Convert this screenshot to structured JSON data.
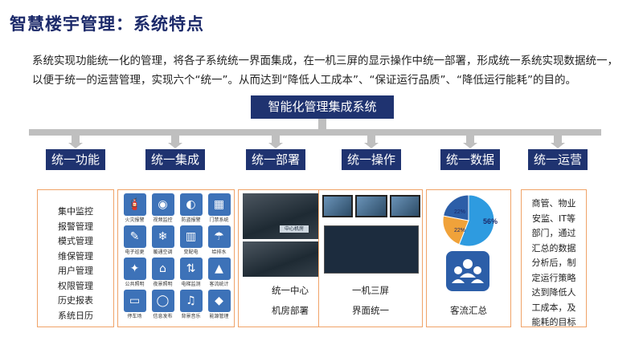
{
  "title": "智慧楼宇管理：系统特点",
  "intro": "系统实现功能统一化的管理，将各子系统统一界面集成，在一机三屏的显示操作中统一部署，形成统一系统实现数据统一，以便于统一的运营管理，实现六个“统一”。从而达到“降低人工成本”、“保证运行品质”、“降低运行能耗”的目的。",
  "system_label": "智能化管理集成系统",
  "categories": [
    {
      "label": "统一功能"
    },
    {
      "label": "统一集成"
    },
    {
      "label": "统一部署"
    },
    {
      "label": "统一操作"
    },
    {
      "label": "统一数据"
    },
    {
      "label": "统一运营"
    }
  ],
  "function_items": [
    "集中监控",
    "报警管理",
    "模式管理",
    "维保管理",
    "用户管理",
    "权限管理",
    "历史报表",
    "系统日历"
  ],
  "integration_icons": [
    {
      "label": "火灾报警",
      "icon": "fire-extinguisher-icon"
    },
    {
      "label": "视频监控",
      "icon": "camera-icon"
    },
    {
      "label": "防盗报警",
      "icon": "alarm-icon"
    },
    {
      "label": "门禁系统",
      "icon": "door-access-icon"
    },
    {
      "label": "电子巡更",
      "icon": "patrol-icon"
    },
    {
      "label": "暖通空调",
      "icon": "hvac-icon"
    },
    {
      "label": "变配电",
      "icon": "power-icon"
    },
    {
      "label": "给排水",
      "icon": "water-icon"
    },
    {
      "label": "公共照明",
      "icon": "lighting-icon"
    },
    {
      "label": "夜景照明",
      "icon": "night-lighting-icon"
    },
    {
      "label": "电梯监测",
      "icon": "elevator-icon"
    },
    {
      "label": "客流统计",
      "icon": "footfall-icon"
    },
    {
      "label": "停车场",
      "icon": "car-icon"
    },
    {
      "label": "信息发布",
      "icon": "chat-icon"
    },
    {
      "label": "背景音乐",
      "icon": "speaker-icon"
    },
    {
      "label": "能源管理",
      "icon": "energy-drop-icon"
    }
  ],
  "deploy": {
    "photo_label": "中心机房",
    "caption_line1": "统一中心",
    "caption_line2": "机房部署"
  },
  "operation": {
    "caption_line1": "一机三屏",
    "caption_line2": "界面统一"
  },
  "data": {
    "pie_label": "56%",
    "pie_label_2": "22%",
    "pie_label_3": "22%",
    "caption": "客流汇总",
    "colors": [
      "#2e9be0",
      "#f0a23a",
      "#2c5ea8"
    ]
  },
  "chart_data": {
    "type": "pie",
    "values": [
      56,
      22,
      22
    ],
    "colors": [
      "#2e9be0",
      "#f0a23a",
      "#2c5ea8"
    ]
  },
  "operations_text": [
    "商管、物业",
    "安监、IT等",
    "部门，通过",
    "汇总的数据",
    "分析后，制",
    "定运行策略",
    "达到降低人",
    "工成本，及",
    "能耗的目标"
  ]
}
